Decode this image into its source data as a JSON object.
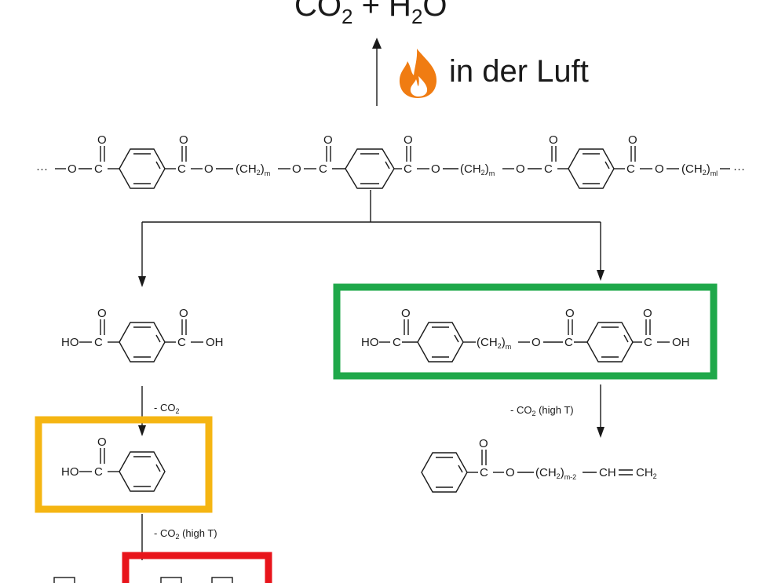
{
  "top": {
    "formula_co": "CO",
    "formula_co_sub": "2",
    "formula_plus_h": " + H",
    "formula_h_sub": "2",
    "formula_o": "O",
    "condition": "in der Luft",
    "condition_icon": "flame-icon"
  },
  "polymer": {
    "leading": "···",
    "trailing": "···",
    "O": "O",
    "C": "C",
    "ch2_group": "(CH",
    "ch2_sub": "2",
    "ch2_close": ")",
    "m_sub": "m",
    "m_sub_last": "ml"
  },
  "left_branch": {
    "acid_left": "HO",
    "acid_right": "OH",
    "step1": "- CO",
    "step1_sub": "2",
    "benzoic_ho": "HO",
    "step2": "- CO",
    "step2_sub": "2",
    "step2_cond": " (high T)"
  },
  "right_branch": {
    "ester_left": "HO",
    "ester_right": "OH",
    "step": "- CO",
    "step_sub": "2",
    "step_cond": " (high T)",
    "vinyl_chain": "(CH",
    "vinyl_sub_m": "m-2",
    "vinyl_tail": "CH",
    "vinyl_end": "CH",
    "vinyl_end_sub": "2"
  },
  "colors": {
    "yellow_box": "#f5b512",
    "green_box": "#1fa84a",
    "red_box": "#e8141b",
    "flame_outer": "#f07c12",
    "flame_inner": "#ffffff"
  }
}
